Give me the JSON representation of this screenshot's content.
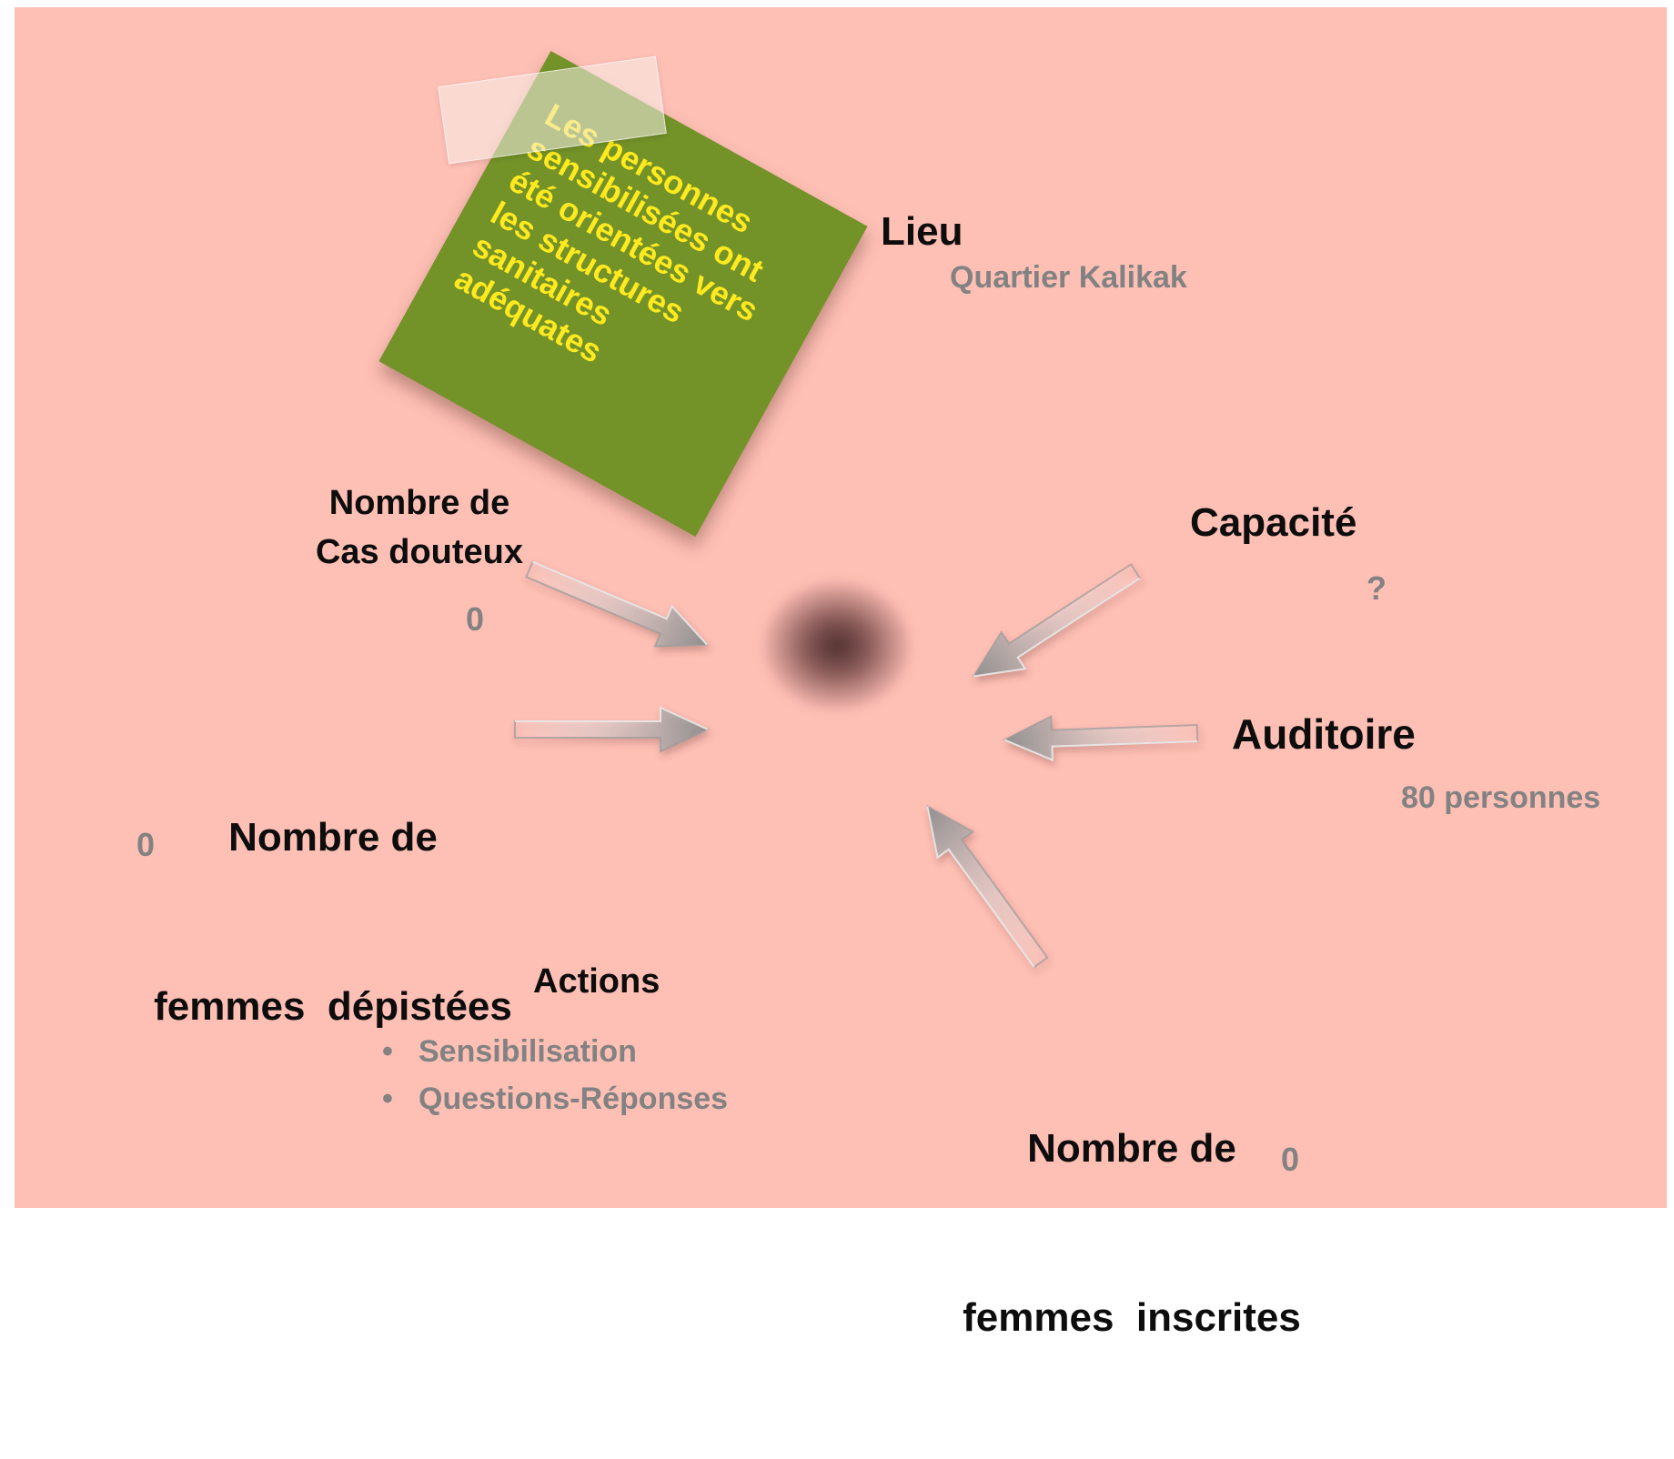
{
  "note": {
    "lines": [
      "Les personnes",
      "sensibilisées ont",
      "été orientées vers",
      "les structures",
      "sanitaires",
      "adéquates"
    ]
  },
  "lieu": {
    "title": "Lieu",
    "value": "Quartier Kalikak"
  },
  "capacite": {
    "title": "Capacité",
    "value": "?"
  },
  "auditoire": {
    "title": "Auditoire",
    "value": "80 personnes"
  },
  "cas_douteux": {
    "title_lines": [
      "Nombre de",
      "Cas douteux"
    ],
    "value": "0"
  },
  "femmes_depistees": {
    "title_lines": [
      "Nombre de",
      "femmes  dépistées"
    ],
    "value": "0"
  },
  "femmes_inscrites": {
    "title_lines": [
      "Nombre de",
      "femmes  inscrites"
    ],
    "value": "0"
  },
  "actions": {
    "title": "Actions",
    "items": [
      "Sensibilisation",
      "Questions-Réponses"
    ]
  },
  "colors": {
    "background": "#febfb5",
    "note": "#739228",
    "note_text": "#ffe91f",
    "title_text": "#0d0d0d",
    "value_text": "#828282"
  }
}
